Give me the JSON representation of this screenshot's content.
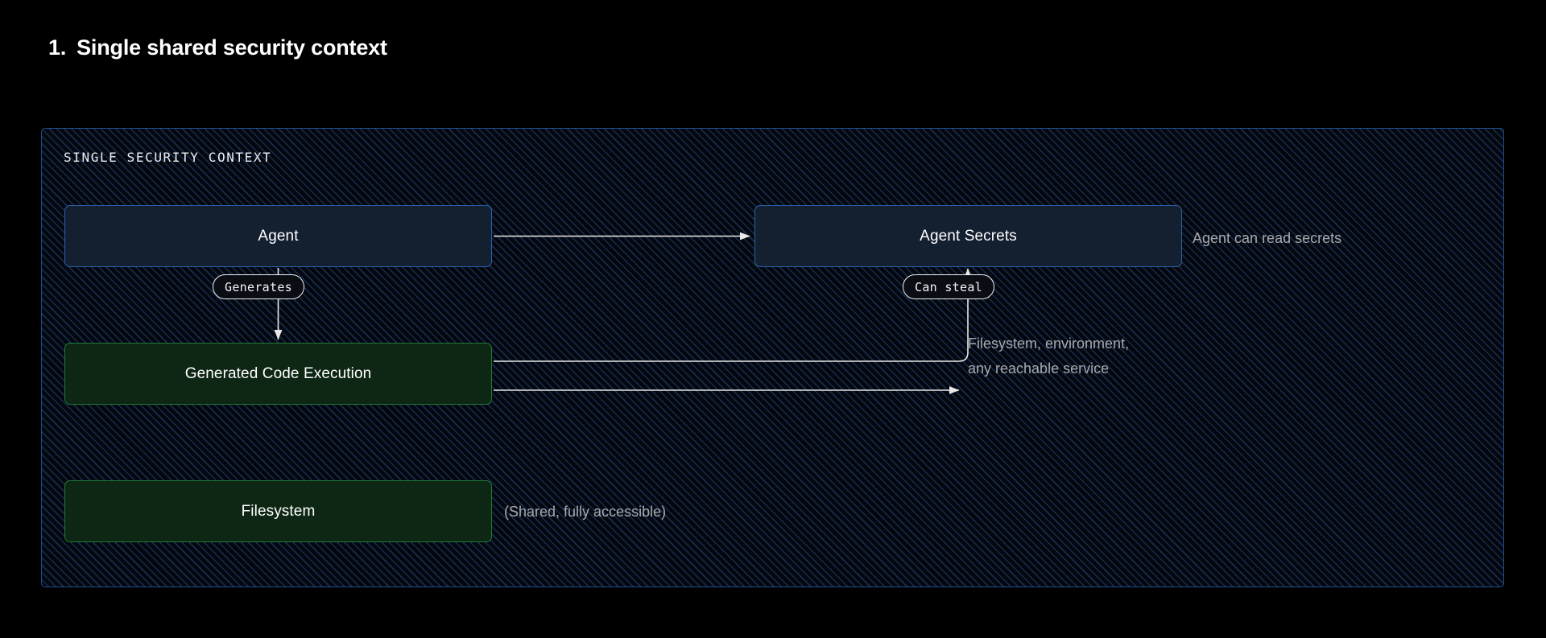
{
  "title": {
    "number": "1.",
    "text": "Single shared security context"
  },
  "container": {
    "label": "SINGLE SECURITY CONTEXT",
    "border_color": "#1f4f8f",
    "background_color": "#05070d",
    "hatch_color": "#1e4e8c"
  },
  "nodes": [
    {
      "id": "agent",
      "label": "Agent",
      "kind": "blue",
      "fill": "#141f30",
      "border": "#2a62ad"
    },
    {
      "id": "agent-secrets",
      "label": "Agent Secrets",
      "kind": "blue",
      "fill": "#141f30",
      "border": "#2a62ad"
    },
    {
      "id": "generated-code-execution",
      "label": "Generated Code Execution",
      "kind": "green",
      "fill": "#0e2614",
      "border": "#1f7a3a"
    },
    {
      "id": "filesystem",
      "label": "Filesystem",
      "kind": "green",
      "fill": "#0e2614",
      "border": "#1f7a3a"
    }
  ],
  "edge_labels": {
    "generates": "Generates",
    "can_steal": "Can steal"
  },
  "annotations": {
    "agent_reads_secrets": "Agent can read secrets",
    "reachable": "Filesystem, environment,\nany reachable service",
    "filesystem_shared": "(Shared, fully accessible)"
  },
  "edges": [
    {
      "from": "agent",
      "to": "agent-secrets",
      "label": "",
      "style": "arrow"
    },
    {
      "from": "agent",
      "to": "generated-code-execution",
      "label": "Generates",
      "style": "arrow"
    },
    {
      "from": "generated-code-execution",
      "to": "agent-secrets",
      "label": "Can steal",
      "style": "arrow-elbow"
    },
    {
      "from": "generated-code-execution",
      "to": "reachable",
      "label": "",
      "style": "arrow"
    }
  ],
  "colors": {
    "text_primary": "#ffffff",
    "text_muted": "#a6a9ad",
    "edge_stroke": "#e8e8e8",
    "background": "#000000"
  }
}
